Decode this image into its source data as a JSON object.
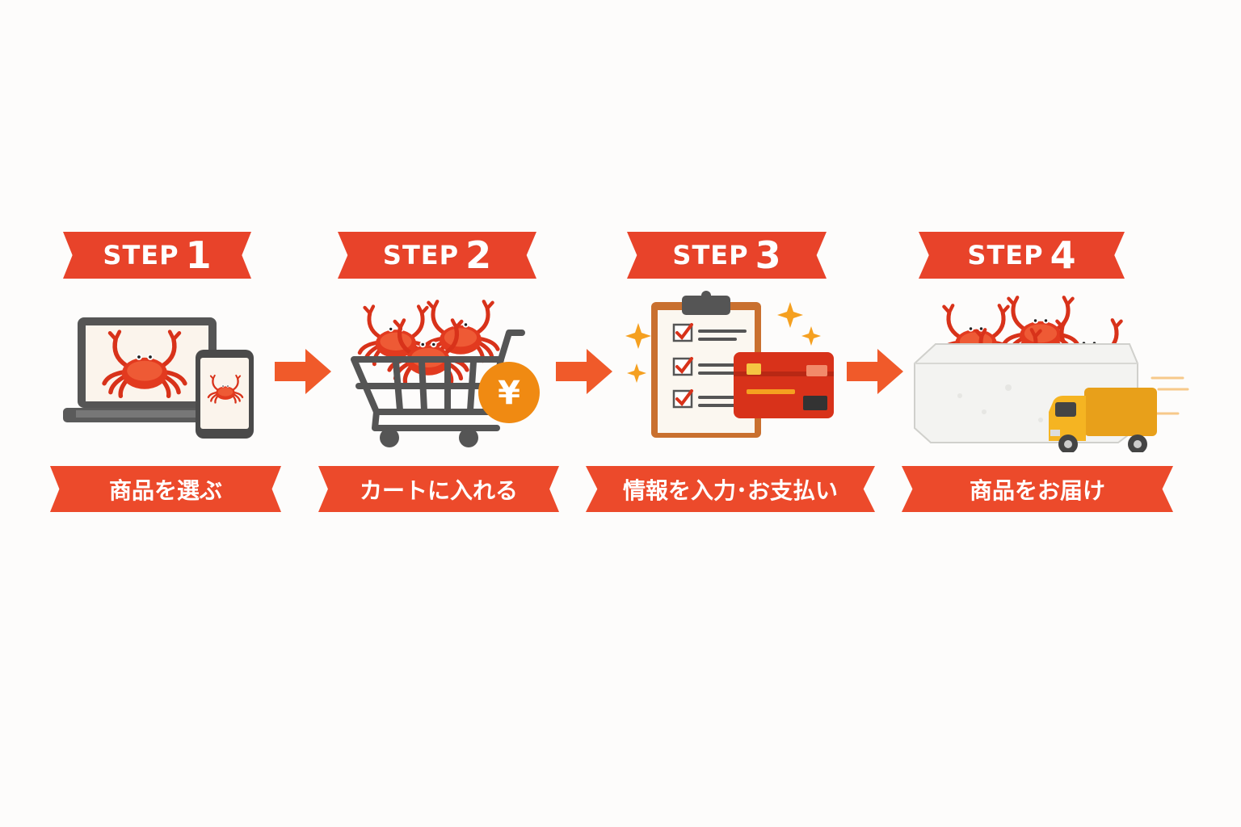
{
  "steps": [
    {
      "badge_word": "STEP",
      "badge_number": "1",
      "label": "商品を選ぶ"
    },
    {
      "badge_word": "STEP",
      "badge_number": "2",
      "label": "カートに入れる"
    },
    {
      "badge_word": "STEP",
      "badge_number": "3",
      "label": "情報を入力･お支払い"
    },
    {
      "badge_word": "STEP",
      "badge_number": "4",
      "label": "商品をお届け"
    }
  ],
  "icons": {
    "step1": "laptop-and-phone-showing-crab-icon",
    "step2": "shopping-cart-with-crabs-and-yen-icon",
    "step3": "checklist-clipboard-and-credit-card-icon",
    "step4": "crab-box-and-delivery-truck-icon"
  },
  "colors": {
    "banner_red": "#e8432a",
    "crab_red": "#e23a1f",
    "accent_orange": "#f08a12",
    "truck_yellow": "#f5a81c",
    "dark_gray": "#4a4a4a"
  }
}
